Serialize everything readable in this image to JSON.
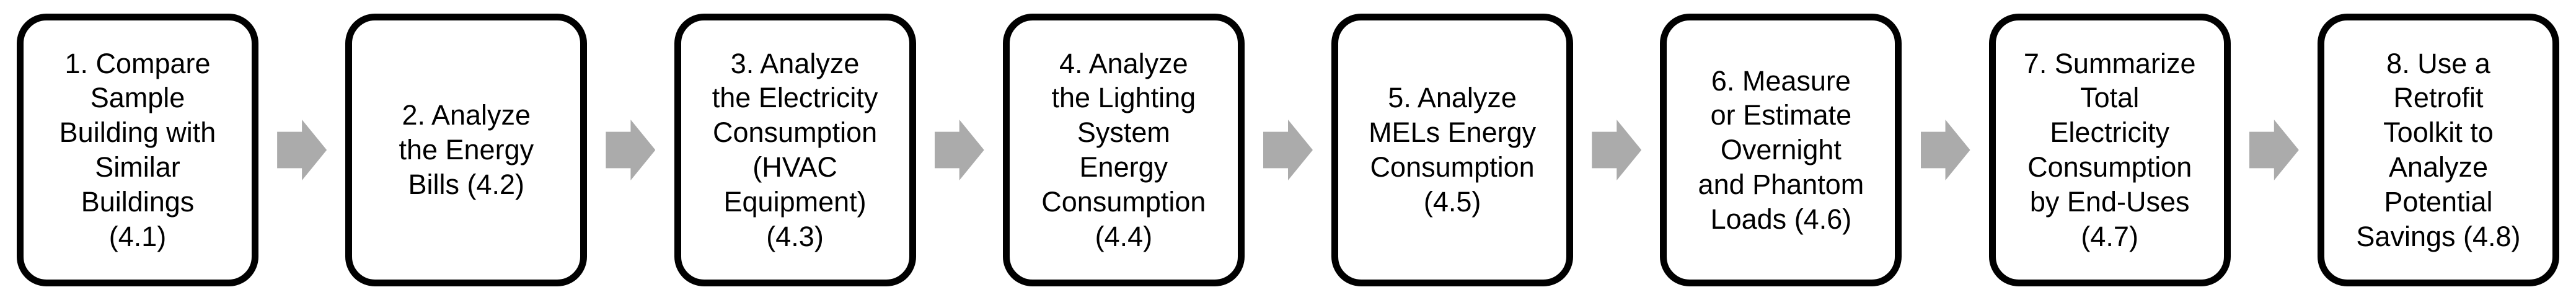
{
  "figure": {
    "type": "process-flow-diagram",
    "direction": "left-to-right",
    "colors": {
      "background": "#FFFFFF",
      "box_fill": "#FFFFFF",
      "box_border": "#000000",
      "text": "#000000",
      "arrow": "#ABABAB"
    },
    "connector_icon": "right-block-arrow",
    "steps": [
      {
        "label": "1. Compare\nSample\nBuilding with\nSimilar\nBuildings\n(4.1)"
      },
      {
        "label": "2. Analyze\nthe Energy\nBills (4.2)"
      },
      {
        "label": "3. Analyze\nthe Electricity\nConsumption\n(HVAC\nEquipment)\n(4.3)"
      },
      {
        "label": "4. Analyze\nthe Lighting\nSystem\nEnergy\nConsumption\n(4.4)"
      },
      {
        "label": "5. Analyze\nMELs Energy\nConsumption\n(4.5)"
      },
      {
        "label": "6. Measure\nor Estimate\nOvernight\nand Phantom\nLoads (4.6)"
      },
      {
        "label": "7. Summarize\nTotal\nElectricity\nConsumption\nby End-Uses\n(4.7)"
      },
      {
        "label": "8. Use a\nRetrofit\nToolkit to\nAnalyze\nPotential\nSavings (4.8)"
      }
    ]
  }
}
